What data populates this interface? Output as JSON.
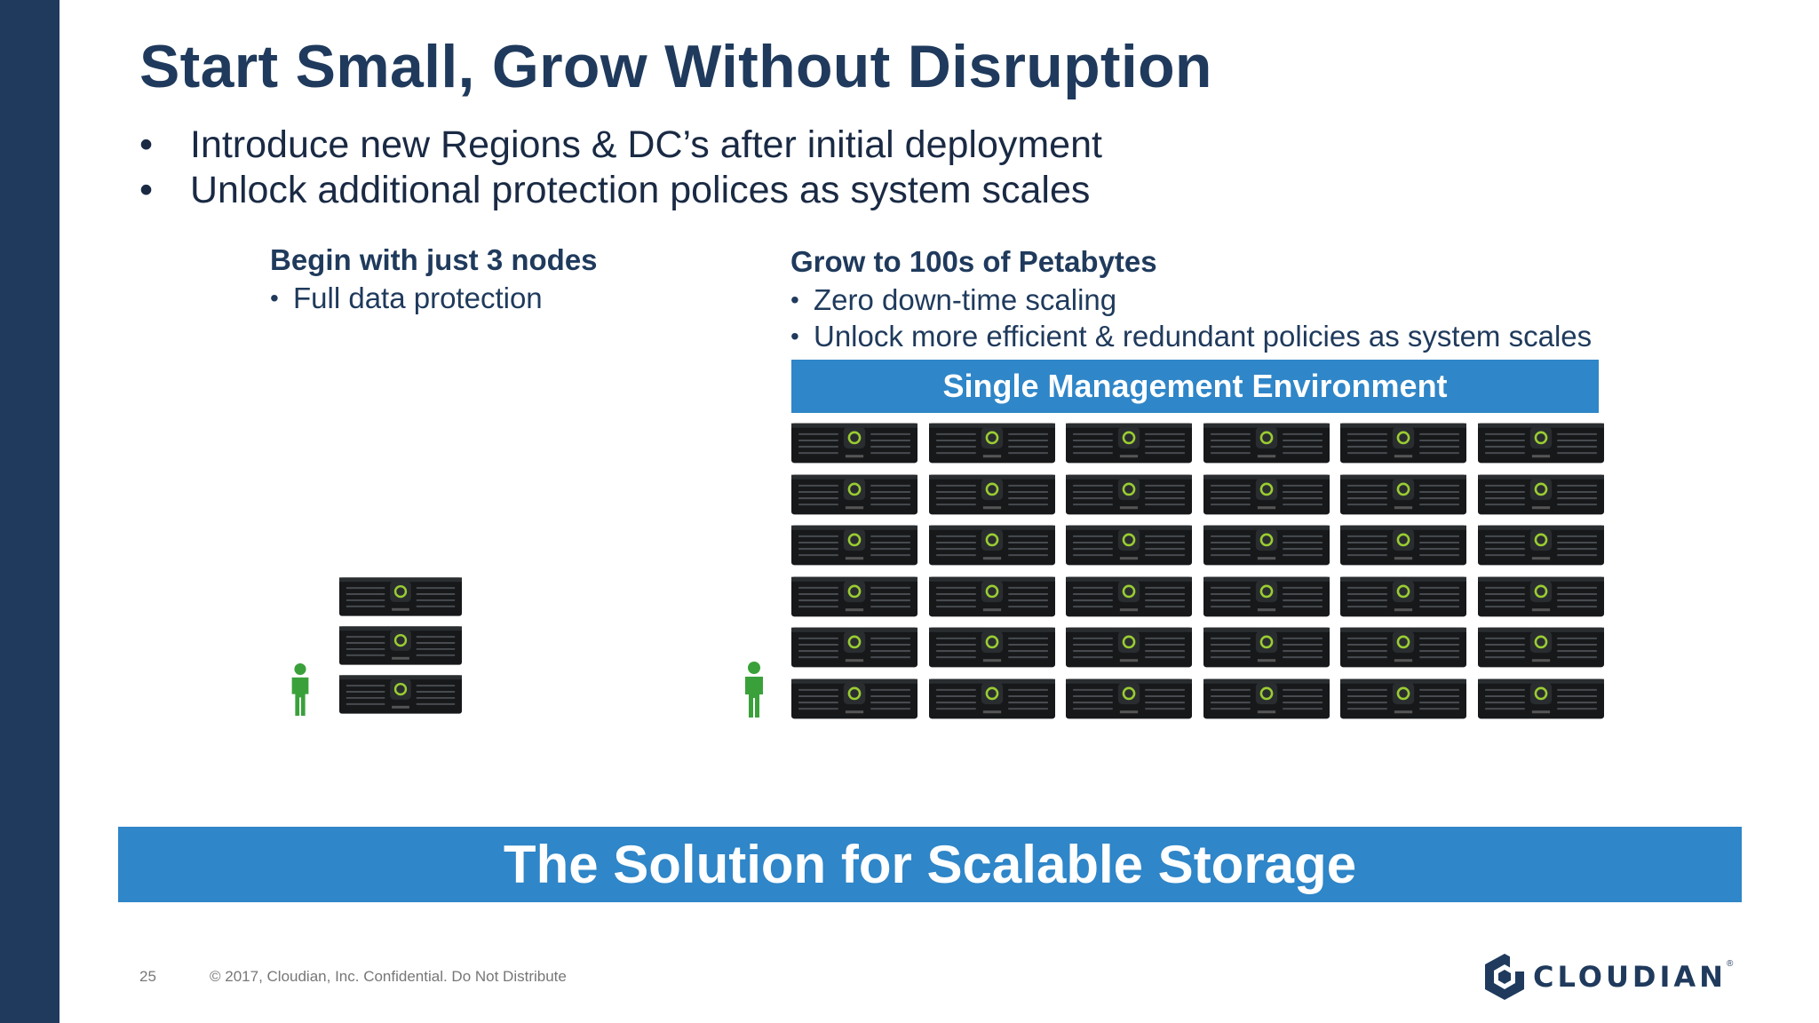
{
  "slide": {
    "title": "Start Small, Grow Without Disruption",
    "bullets": [
      "Introduce new Regions & DC’s after initial deployment",
      "Unlock additional protection polices as system scales"
    ]
  },
  "left_column": {
    "heading": "Begin with just 3 nodes",
    "points": [
      "Full data protection"
    ],
    "node_count": 3
  },
  "right_column": {
    "heading": "Grow to 100s of Petabytes",
    "points": [
      "Zero down-time scaling",
      "Unlock more efficient & redundant policies as system scales"
    ],
    "mgmt_bar": "Single Management Environment",
    "grid": {
      "rows": 6,
      "cols": 6
    }
  },
  "banner": "The Solution for Scalable Storage",
  "footer": {
    "page_number": "25",
    "note": "© 2017, Cloudian, Inc. Confidential. Do Not Distribute"
  },
  "logo": {
    "text": "CLOUDIAN",
    "registered": "®"
  },
  "colors": {
    "navy": "#1f3a5c",
    "accent_blue": "#2f86c8",
    "node_green": "#9acd32",
    "person_green": "#3aa13a"
  },
  "icons": {
    "node": "storage-node-icon",
    "person": "person-icon",
    "logo": "cloudian-logo"
  }
}
